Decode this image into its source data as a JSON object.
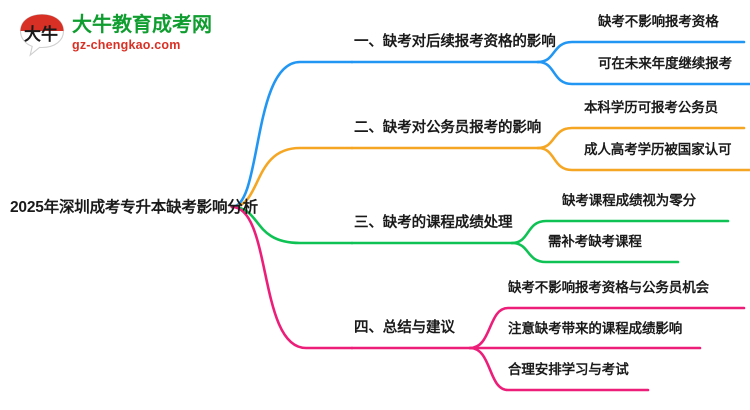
{
  "logo": {
    "mark_text": "大牛",
    "name_cn": "大牛教育成考网",
    "name_en": "gz-chengkao.com",
    "colors": {
      "green": "#0f9d2f",
      "red": "#d93025"
    }
  },
  "mindmap": {
    "root": {
      "label": "2025年深圳成考专升本缺考影响分析"
    },
    "branches": [
      {
        "index": "1",
        "label": "一、缺考对后续报考资格的影响",
        "color": "#2196f3",
        "leaves": [
          {
            "label": "缺考不影响报考资格"
          },
          {
            "label": "可在未来年度继续报考"
          }
        ]
      },
      {
        "index": "2",
        "label": "二、缺考对公务员报考的影响",
        "color": "#f5a623",
        "leaves": [
          {
            "label": "本科学历可报考公务员"
          },
          {
            "label": "成人高考学历被国家认可"
          }
        ]
      },
      {
        "index": "3",
        "label": "三、缺考的课程成绩处理",
        "color": "#0ec254",
        "leaves": [
          {
            "label": "缺考课程成绩视为零分"
          },
          {
            "label": "需补考缺考课程"
          }
        ]
      },
      {
        "index": "4",
        "label": "四、总结与建议",
        "color": "#ec1e79",
        "leaves": [
          {
            "label": "缺考不影响报考资格与公务员机会"
          },
          {
            "label": "注意缺考带来的课程成绩影响"
          },
          {
            "label": "合理安排学习与考试"
          }
        ]
      }
    ]
  }
}
